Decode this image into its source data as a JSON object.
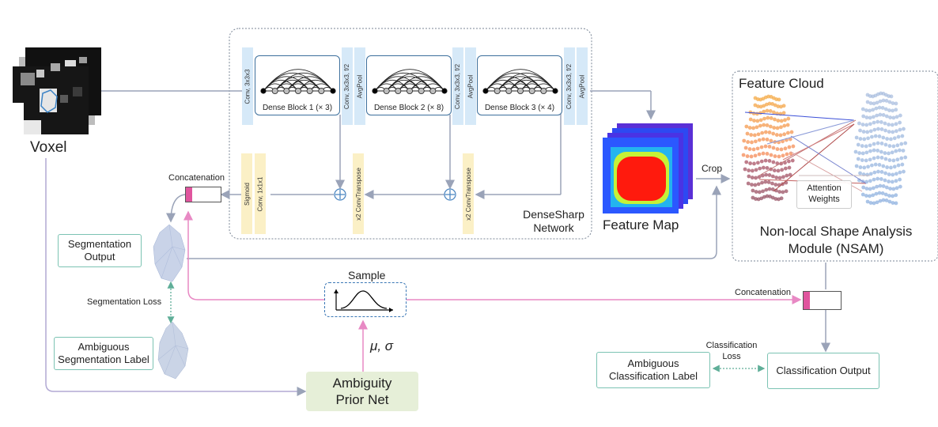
{
  "labels": {
    "voxel": "Voxel",
    "concatenation_left": "Concatenation",
    "segmentation_output": "Segmentation\nOutput",
    "segmentation_loss": "Segmentation Loss",
    "ambiguous_segmentation_label": "Ambiguous\nSegmentation Label",
    "sample": "Sample",
    "mu_sigma": "μ, σ",
    "ambiguity_prior_net": "Ambiguity\nPrior Net",
    "densesharp_network": "DenseSharp\nNetwork",
    "feature_map": "Feature Map",
    "crop": "Crop",
    "feature_cloud": "Feature Cloud",
    "attention_weights": "Attention\nWeights",
    "nsam": "Non-local Shape Analysis\nModule (NSAM)",
    "concatenation_right": "Concatenation",
    "classification_loss": "Classification\nLoss",
    "ambiguous_classification_label": "Ambiguous\nClassification Label",
    "classification_output": "Classification Output"
  },
  "network": {
    "conv_first": "Conv, 3x3x3",
    "dense_blocks": [
      "Dense Block 1 (× 3)",
      "Dense Block 2 (× 8)",
      "Dense Block 3 (× 4)"
    ],
    "transition_conv": "Conv, 3x3x3, f/2",
    "avgpool": "AvgPool",
    "sigmoid": "Sigmoid",
    "conv_1x1": "Conv, 1x1x1",
    "conv_transpose": "x2 ConvTranspose"
  },
  "colors": {
    "blue_layer": "#d6e9f8",
    "yellow_layer": "#fbf0c6",
    "arrow_gray": "#9aa3b8",
    "arrow_pink": "#e889c4",
    "teal_border": "#7cc3b3",
    "prior_net_fill": "#e6efd8",
    "sample_border": "#3a77b5"
  }
}
